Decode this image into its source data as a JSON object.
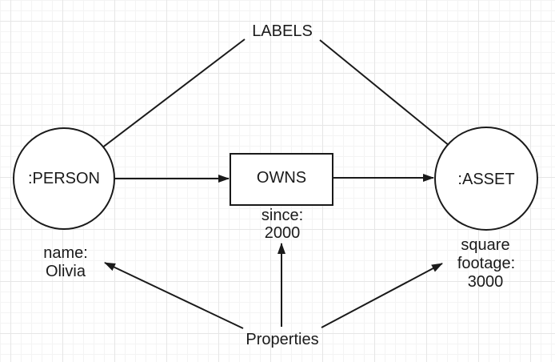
{
  "diagram": {
    "annotations": {
      "labels": "LABELS",
      "properties": "Properties"
    },
    "nodes": {
      "person": {
        "label": ":PERSON"
      },
      "asset": {
        "label": ":ASSET"
      }
    },
    "relationship": {
      "label": "OWNS"
    },
    "property_texts": {
      "person": {
        "line1": "name:",
        "line2": "Olivia"
      },
      "relationship": {
        "line1": "since:",
        "line2": "2000"
      },
      "asset": {
        "line1": "square",
        "line2": "footage:",
        "line3": "3000"
      }
    },
    "colors": {
      "stroke": "#1a1a1a",
      "shape_fill": "#ffffff",
      "background": "#ffffff",
      "grid_minor": "#f4f4f4",
      "grid_major": "#e6e6e6"
    }
  }
}
